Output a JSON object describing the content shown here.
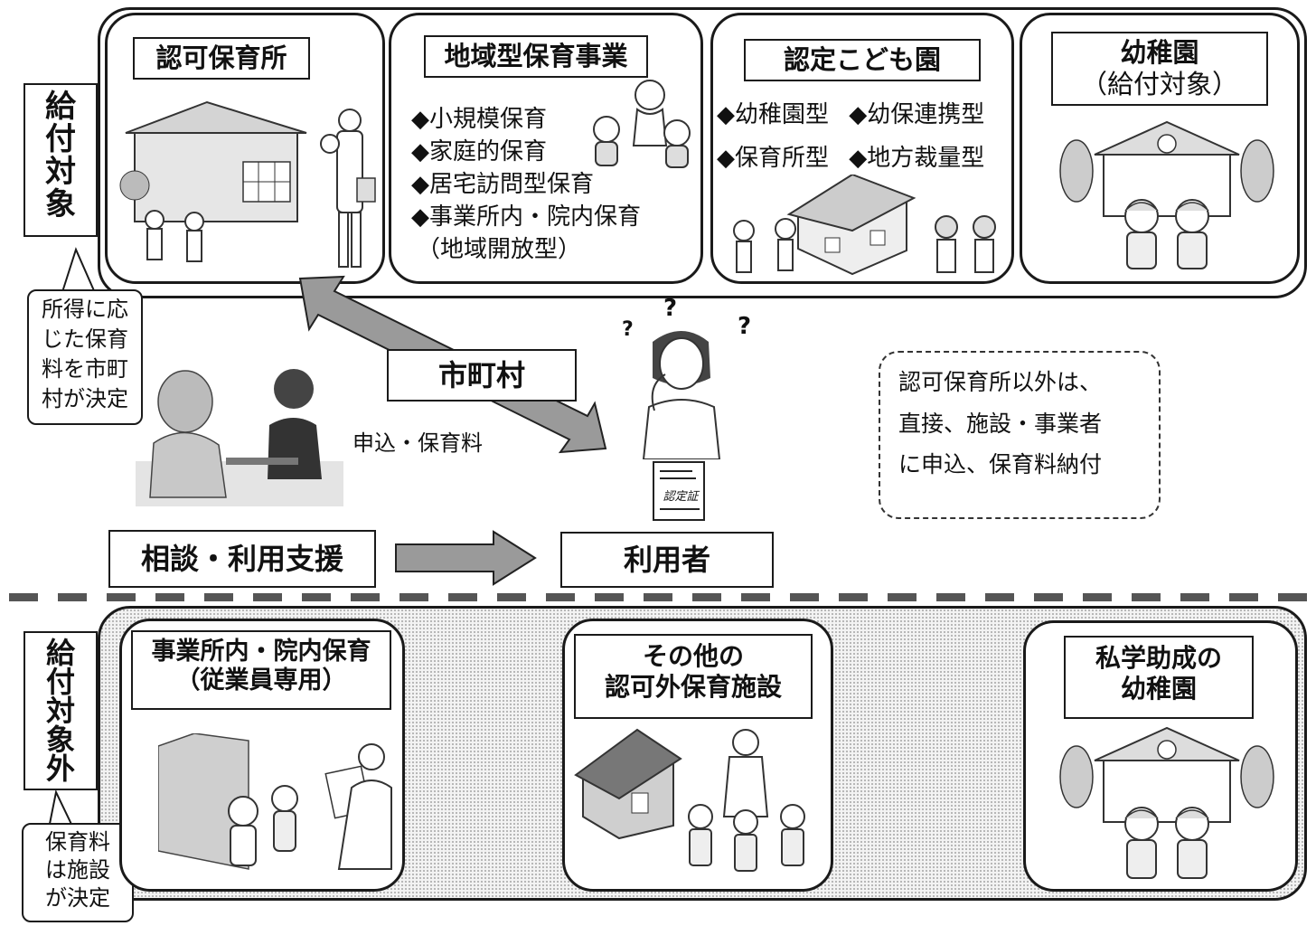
{
  "upper": {
    "side_label": "給付対象",
    "side_note": [
      "所得に応",
      "じた保育",
      "料を市町",
      "村が決定"
    ],
    "facilities": [
      {
        "title": "認可保育所"
      },
      {
        "title": "地域型保育事業",
        "items": [
          "◆小規模保育",
          "◆家庭的保育",
          "◆居宅訪問型保育",
          "◆事業所内・院内保育",
          "（地域開放型）"
        ]
      },
      {
        "title": "認定こども園",
        "items": [
          "◆幼稚園型",
          "◆幼保連携型",
          "◆保育所型",
          "◆地方裁量型"
        ]
      },
      {
        "title": "幼稚園",
        "subtitle": "（給付対象）"
      }
    ]
  },
  "middle": {
    "municipality": "市町村",
    "application": "申込・保育料",
    "question_marks": [
      "?",
      "?",
      "?"
    ],
    "certificate": "認定証",
    "note": [
      "認可保育所以外は、",
      "直接、施設・事業者",
      "に申込、保育料納付"
    ],
    "consult": "相談・利用支援",
    "user": "利用者"
  },
  "lower": {
    "side_label": "給付対象外",
    "side_note": [
      "保育料",
      "は施設",
      "が決定"
    ],
    "facilities": [
      {
        "title": [
          "事業所内・院内保育",
          "（従業員専用）"
        ]
      },
      {
        "title": [
          "その他の",
          "認可外保育施設"
        ]
      },
      {
        "title": [
          "私学助成の",
          "幼稚園"
        ]
      }
    ]
  },
  "colors": {
    "arrow_fill": "#9a9a9a",
    "outline": "#1a1a1a",
    "dashed_divider": "#555555"
  },
  "icons": [
    "nursery-building-icon",
    "children-icon",
    "mother-baby-icon",
    "house-icon",
    "kindergarten-icon",
    "person-icon",
    "certificate-icon",
    "office-building-icon"
  ]
}
